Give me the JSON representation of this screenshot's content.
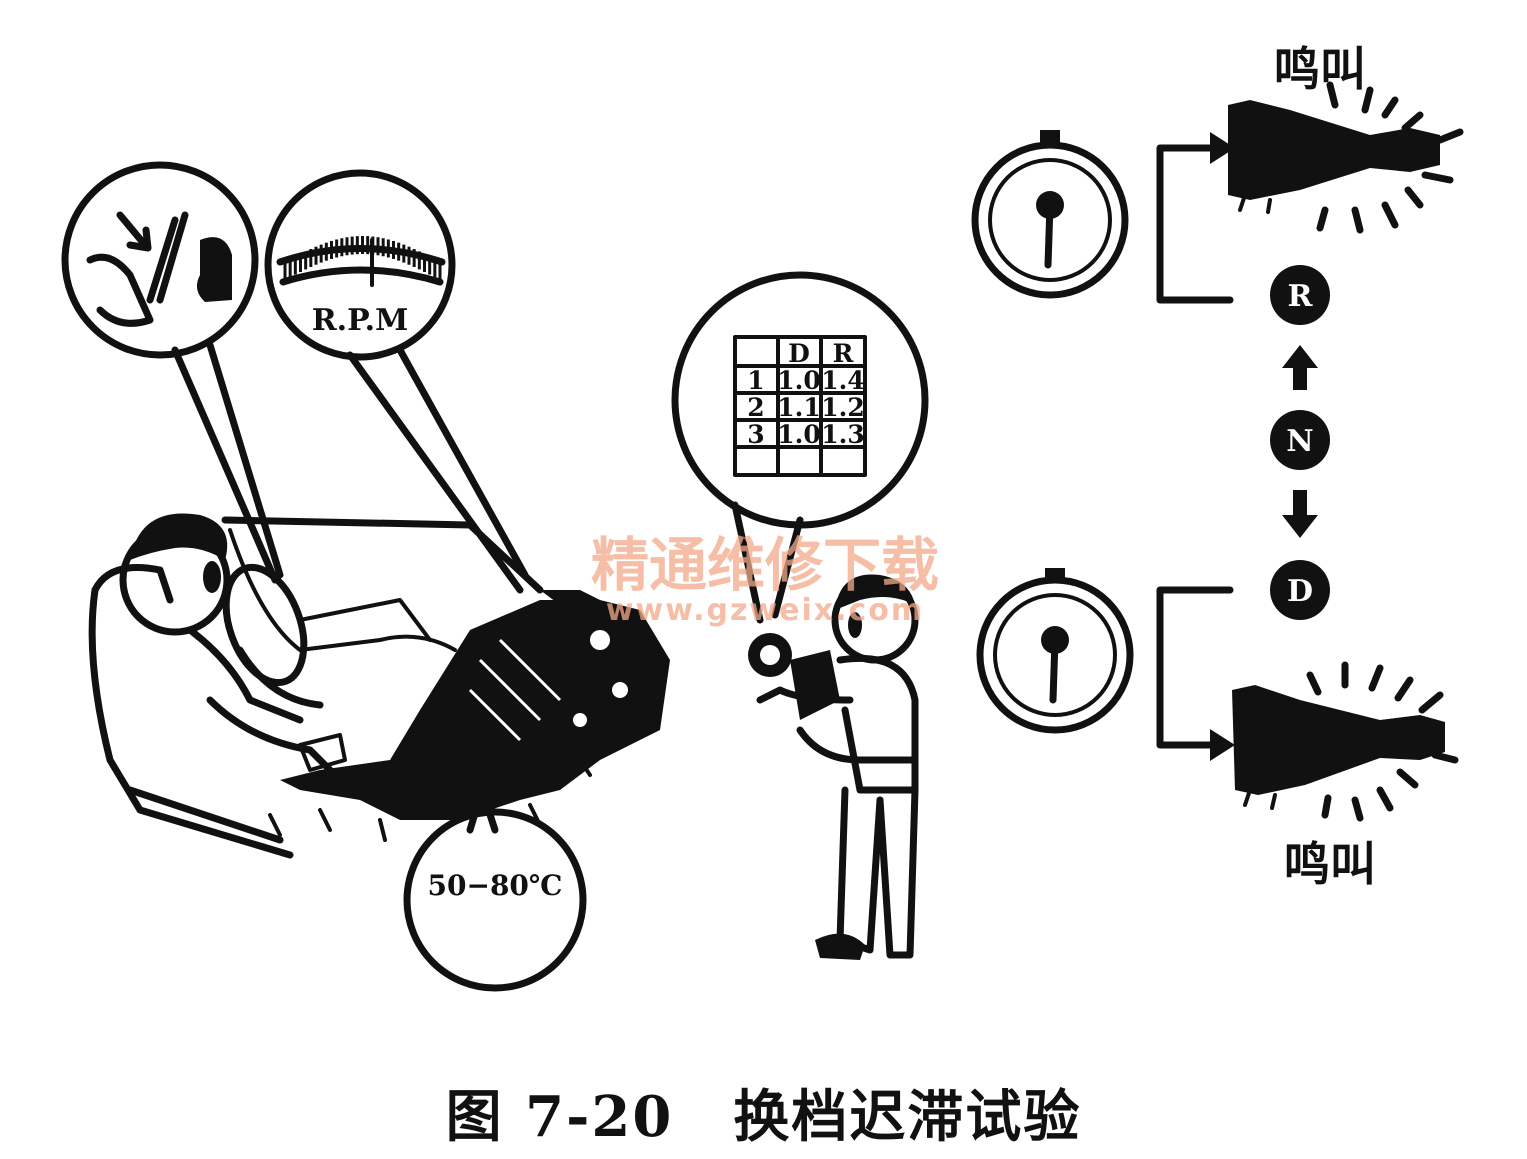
{
  "diagram": {
    "rpm_label": "R.P.M",
    "temperature_label": "50−80℃",
    "table": {
      "headers": [
        "",
        "D",
        "R"
      ],
      "rows": [
        [
          "1",
          "1.0",
          "1.4"
        ],
        [
          "2",
          "1.1",
          "1.2"
        ],
        [
          "3",
          "1.0",
          "1.3"
        ]
      ]
    },
    "gears": [
      "R",
      "N",
      "D"
    ],
    "sound_label_top": "鸣叫",
    "sound_label_bottom": "鸣叫",
    "watermark_cn": "精通维修下载",
    "watermark_url": "www.gzweix.com",
    "ink_color": "#111111",
    "watermark_color": "#f3a98a"
  },
  "caption": {
    "figure_number": "图 7-20",
    "title": "换档迟滞试验"
  }
}
